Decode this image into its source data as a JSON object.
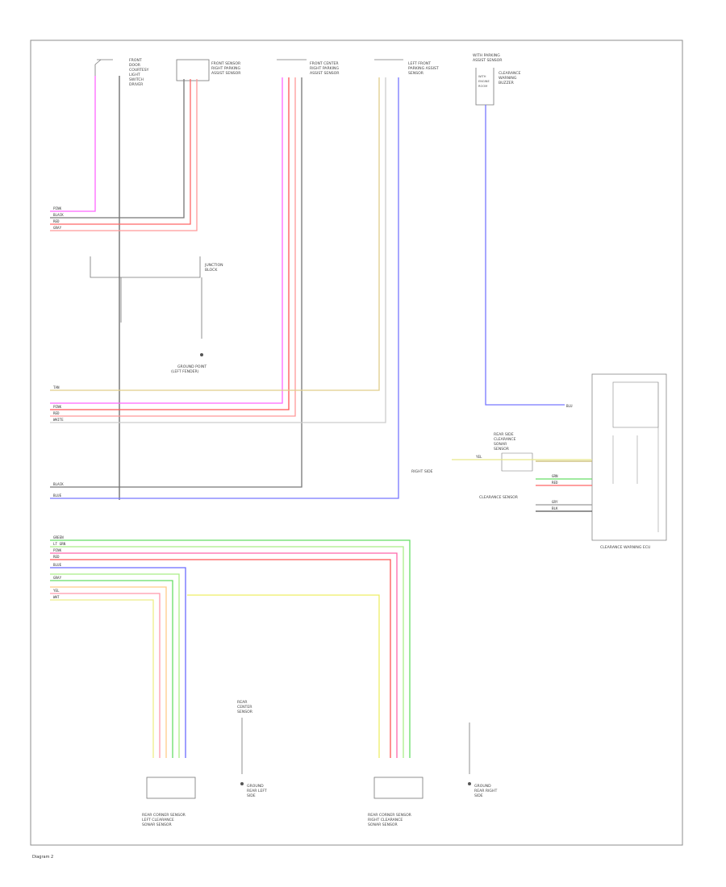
{
  "colors": {
    "pink": "#ff66ff",
    "black": "#555555",
    "red": "#ff5555",
    "gray": "#9a9a9a",
    "tan": "#d8c38a",
    "blue": "#6b6bff",
    "green": "#66dd66",
    "yellow": "#eeee66",
    "light_green": "#aaee88",
    "white": "#cfcfcf",
    "frame": "#888888"
  },
  "components": {
    "top_left_switch": [
      "FRONT",
      "DOOR",
      "COURTESY",
      "LIGHT",
      "SWITCH",
      "DRIVER"
    ],
    "upper_sensor": [
      "FRONT SENSOR",
      "RIGHT PARKING",
      "ASSIST SENSOR"
    ],
    "middle_sensor": [
      "FRONT CENTER",
      "RIGHT PARKING",
      "ASSIST SENSOR"
    ],
    "left_sensor": [
      "LEFT FRONT",
      "PARKING ASSIST",
      "SENSOR"
    ],
    "right_top": [
      "CLEARANCE",
      "WARNING",
      "BUZZER"
    ],
    "right_top_note": [
      "WITH PARKING",
      "ASSIST SENSOR"
    ],
    "center_block": [
      "JUNCTION",
      "BLOCK"
    ],
    "center_block_note": [
      "WITH",
      "ENGINE",
      "ROOM"
    ],
    "ground": [
      "GROUND POINT",
      "(LEFT FENDER)"
    ],
    "ecu_label": "CLEARANCE WARNING ECU",
    "right_mid": [
      "REAR SIDE",
      "CLEARANCE",
      "SONAR",
      "SENSOR"
    ],
    "right_small": "RIGHT SIDE",
    "right_lower": "CLEARANCE SENSOR",
    "lower_left": [
      "REAR CORNER SENSOR",
      "LEFT CLEARANCE",
      "SONAR SENSOR"
    ],
    "lower_right": [
      "REAR CORNER SENSOR",
      "RIGHT CLEARANCE",
      "SONAR SENSOR"
    ],
    "lower_mid": [
      "REAR",
      "CENTER",
      "SENSOR"
    ],
    "lower_ground_left": [
      "GROUND",
      "REAR LEFT",
      "SIDE"
    ],
    "lower_ground_right": [
      "GROUND",
      "REAR RIGHT",
      "SIDE"
    ]
  },
  "wire_codes": {
    "left_upper": [
      "PINK",
      "BLACK",
      "RED",
      "GRAY"
    ],
    "left_mid": [
      "TAN",
      "PINK",
      "RED",
      "WHITE"
    ],
    "left_lower": [
      "BLACK",
      "BLUE"
    ],
    "left_bottom": [
      "GREEN",
      "LT GRN",
      "PINK",
      "RED",
      "BLUE",
      "GRAY",
      "YEL",
      "WHT"
    ],
    "ecu_rows": [
      "BLU",
      "YEL",
      "GRN",
      "RED",
      "GRY",
      "BLK"
    ]
  },
  "footer": "Diagram 2"
}
